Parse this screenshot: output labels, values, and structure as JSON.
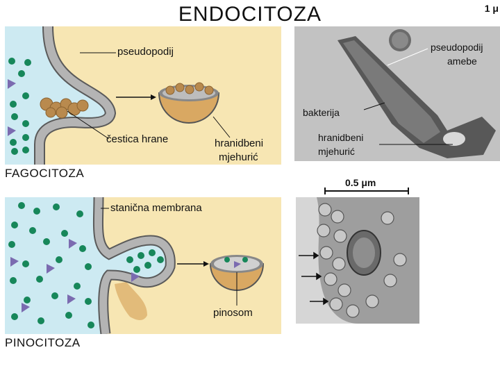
{
  "title": "ENDOCITOZA",
  "scale_top": "1 μ",
  "phago": {
    "caption": "FAGOCITOZA",
    "labels": {
      "pseudopodij": "pseudopodij",
      "cestica": "čestica hrane",
      "mjehuric_1": "hranidbeni",
      "mjehuric_2": "mjehurić"
    }
  },
  "micro1": {
    "labels": {
      "pseudo_1": "pseudopodij",
      "pseudo_2": "amebe",
      "bakterija": "bakterija",
      "mjehuric_1": "hranidbeni",
      "mjehuric_2": "mjehurić"
    }
  },
  "pino": {
    "caption": "PINOCITOZA",
    "labels": {
      "membrana": "stanična membrana",
      "pinosom": "pinosom"
    }
  },
  "micro2": {
    "scale": "0.5 μm"
  },
  "colors": {
    "cell_fill": "#f7e6b3",
    "extracellular": "#cdeaf2",
    "membrane": "#a9a9a9",
    "dot_green": "#17875a",
    "triangle_purple": "#7b6bb0",
    "food_particle": "#b98a4e"
  }
}
